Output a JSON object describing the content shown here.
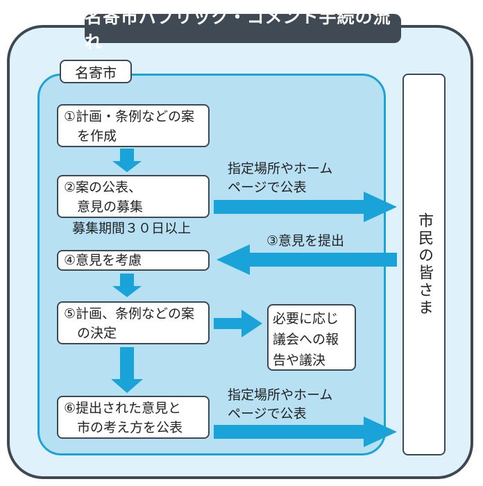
{
  "title": "名寄市パブリック・コメント手続の流れ",
  "city_label": "名寄市",
  "citizens_label": "市民の皆さま",
  "steps": [
    {
      "text": "①計画・条例などの案\n　を作成"
    },
    {
      "text": "②案の公表、\n　意見の募集"
    },
    {
      "text": "④意見を考慮"
    },
    {
      "text": "⑤計画、条例などの案\n　の決定"
    },
    {
      "text": "⑥提出された意見と\n　市の考え方を公表"
    }
  ],
  "period_note": "募集期間３０日以上",
  "publish_label_1": "指定場所やホーム\nページで公表",
  "submit_label": "③意見を提出",
  "report_label": "必要に応じ\n議会への報\n告や議決",
  "publish_label_2": "指定場所やホーム\nページで公表",
  "colors": {
    "arrow": "#1aa3d8",
    "outer_bg": "#dff1fb",
    "city_bg": "#b7e0f2",
    "title_bg": "#3f4a54"
  }
}
